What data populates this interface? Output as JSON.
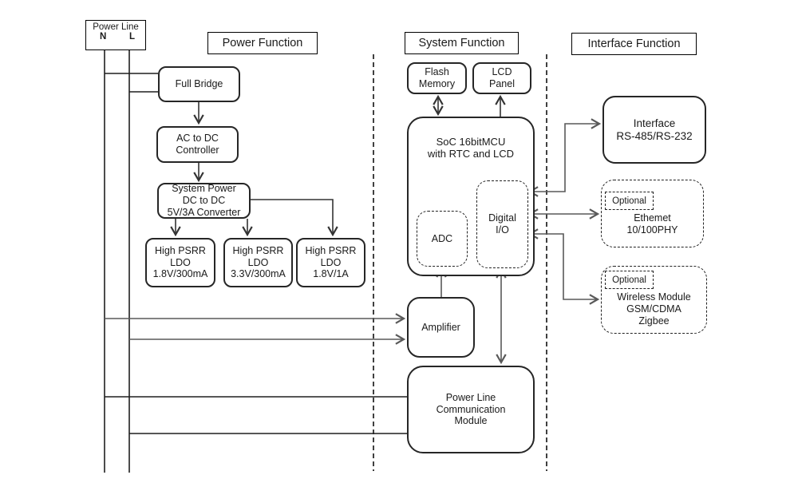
{
  "colors": {
    "background": "#ffffff",
    "box_border": "#262626",
    "line": "#1f1f1f",
    "connector_arrow": "#595959"
  },
  "power_line_box": {
    "title": "Power Line",
    "neutral_label": "N",
    "live_label": "L"
  },
  "section_titles": {
    "power": "Power Function",
    "system": "System Function",
    "interface": "Interface Function"
  },
  "blocks": {
    "full_bridge": {
      "label": "Full Bridge"
    },
    "ac_to_dc": {
      "label": "AC to DC\nController"
    },
    "system_power": {
      "label": "System Power\nDC to DC\n5V/3A Converter"
    },
    "ldo_1v8_300ma": {
      "label": "High PSRR\nLDO\n1.8V/300mA"
    },
    "ldo_3v3_300ma": {
      "label": "High PSRR\nLDO\n3.3V/300mA"
    },
    "ldo_1v8_1a": {
      "label": "High PSRR\nLDO\n1.8V/1A"
    },
    "flash_memory": {
      "label": "Flash\nMemory"
    },
    "lcd_panel": {
      "label": "LCD\nPanel"
    },
    "soc": {
      "label": "SoC 16bitMCU\nwith RTC and LCD"
    },
    "adc": {
      "label": "ADC"
    },
    "digital_io": {
      "label": "Digital\nI/O"
    },
    "amplifier": {
      "label": "Amplifier"
    },
    "plc_module": {
      "label": "Power Line\nCommunication\nModule"
    },
    "interface_rs": {
      "label": "Interface\nRS-485/RS-232"
    },
    "ethernet": {
      "optional": "Optional",
      "label": "Ethemet\n10/100PHY"
    },
    "wireless": {
      "optional": "Optional",
      "label": "Wireless Module\nGSM/CDMA\nZigbee"
    }
  }
}
